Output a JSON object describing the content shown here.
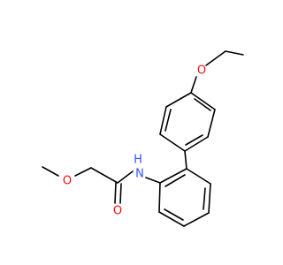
{
  "atoms": {
    "o_ether_top": {
      "text": "O",
      "color": "#ff0d0d"
    },
    "o_methoxy": {
      "text": "O",
      "color": "#ff0d0d"
    },
    "o_carbonyl": {
      "text": "O",
      "color": "#ff0d0d"
    },
    "n_amide": {
      "text": "N",
      "color": "#3050f8"
    },
    "h_amide": {
      "text": "H",
      "color": "#3050f8"
    }
  },
  "colors": {
    "bond": "#000000",
    "background": "#ffffff"
  }
}
